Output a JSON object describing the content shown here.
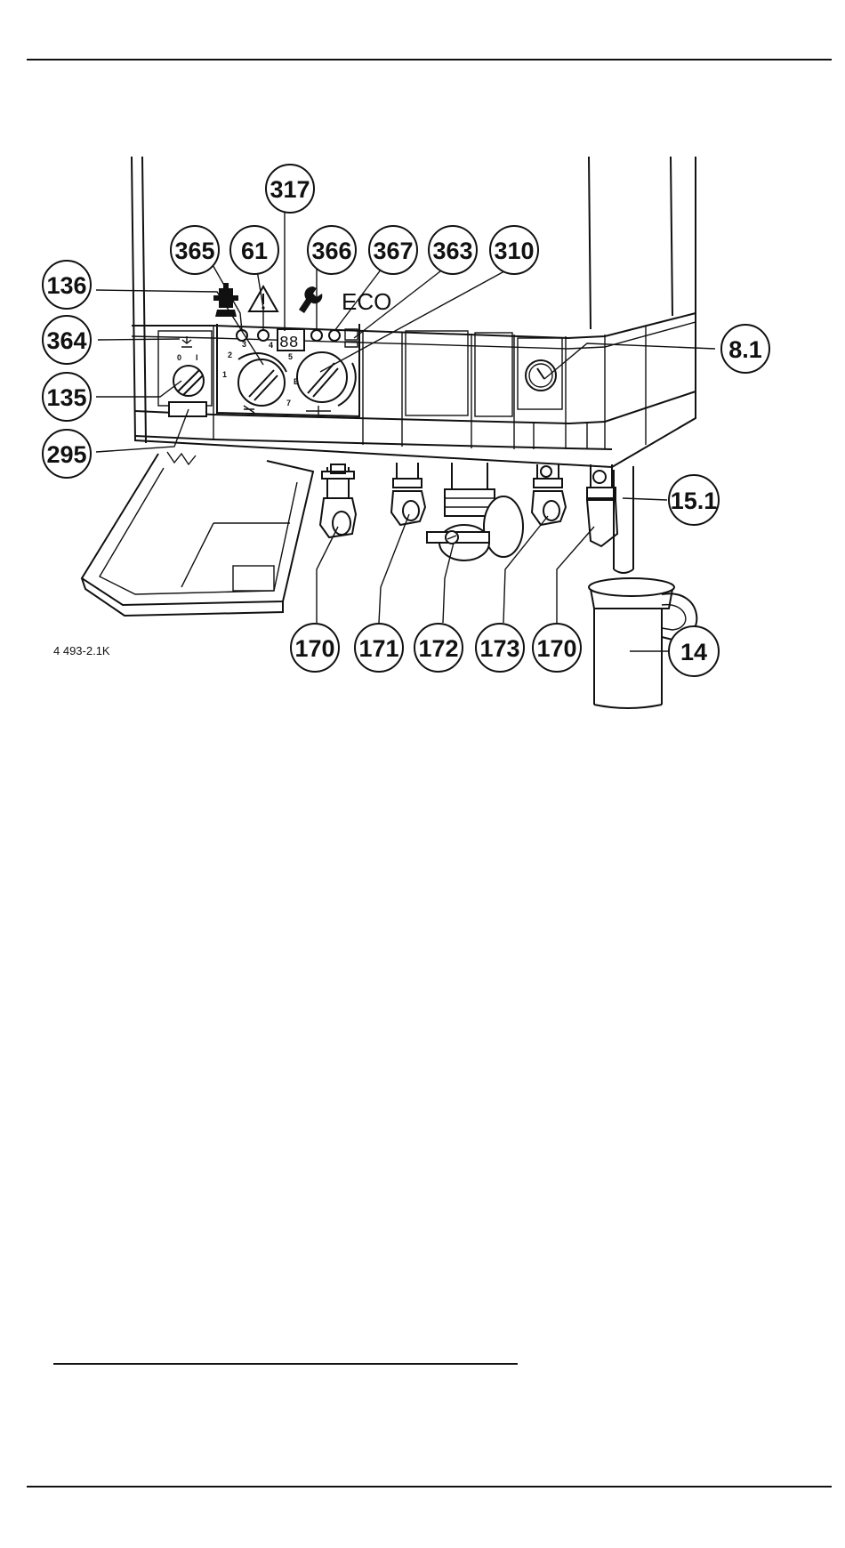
{
  "callouts": [
    {
      "id": "c317",
      "label": "317"
    },
    {
      "id": "c365",
      "label": "365"
    },
    {
      "id": "c61",
      "label": "61"
    },
    {
      "id": "c366",
      "label": "366"
    },
    {
      "id": "c367",
      "label": "367"
    },
    {
      "id": "c363",
      "label": "363"
    },
    {
      "id": "c310",
      "label": "310"
    },
    {
      "id": "c136",
      "label": "136"
    },
    {
      "id": "c364",
      "label": "364"
    },
    {
      "id": "c135",
      "label": "135"
    },
    {
      "id": "c295",
      "label": "295"
    },
    {
      "id": "c8_1",
      "label": "8.1"
    },
    {
      "id": "c15_1",
      "label": "15.1"
    },
    {
      "id": "c170a",
      "label": "170"
    },
    {
      "id": "c171",
      "label": "171"
    },
    {
      "id": "c172",
      "label": "172"
    },
    {
      "id": "c173",
      "label": "173"
    },
    {
      "id": "c170b",
      "label": "170"
    },
    {
      "id": "c14",
      "label": "14"
    }
  ],
  "panel": {
    "eco_label": "ECO",
    "display_digits": "88",
    "switch_off": "0",
    "switch_on": "I",
    "dial_marks": [
      "1",
      "2",
      "3",
      "4",
      "5",
      "E",
      "7"
    ]
  },
  "figure_ref": "4 493-2.1K"
}
